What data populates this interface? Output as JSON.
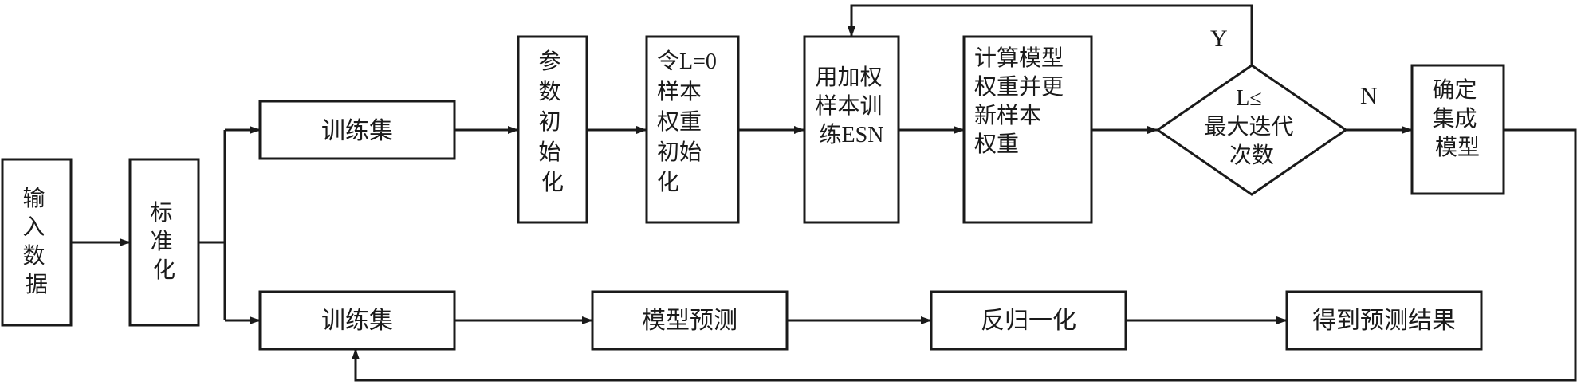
{
  "nodes": {
    "input": [
      "输",
      "入",
      "数",
      "据"
    ],
    "normalize": [
      "标",
      "准",
      "化"
    ],
    "train_set_top": "训练集",
    "param_init": [
      "参",
      "数",
      "初",
      "始",
      "化"
    ],
    "weight_init": [
      "令L=0",
      "样本",
      "权重",
      "初始",
      "化"
    ],
    "train_esn": [
      "用加权",
      "样本训",
      "练ESN"
    ],
    "update_weights": [
      "计算模型",
      "权重并更",
      "新样本",
      "权重"
    ],
    "decision": [
      "L≤",
      "最大迭代",
      "次数"
    ],
    "ensemble": [
      "确定",
      "集成",
      "模型"
    ],
    "train_set_bottom": "训练集",
    "model_predict": "模型预测",
    "denormalize": "反归一化",
    "result": "得到预测结果"
  },
  "edge_labels": {
    "yes": "Y",
    "no": "N"
  },
  "colors": {
    "stroke": "#1a1a1a",
    "background": "#ffffff"
  }
}
